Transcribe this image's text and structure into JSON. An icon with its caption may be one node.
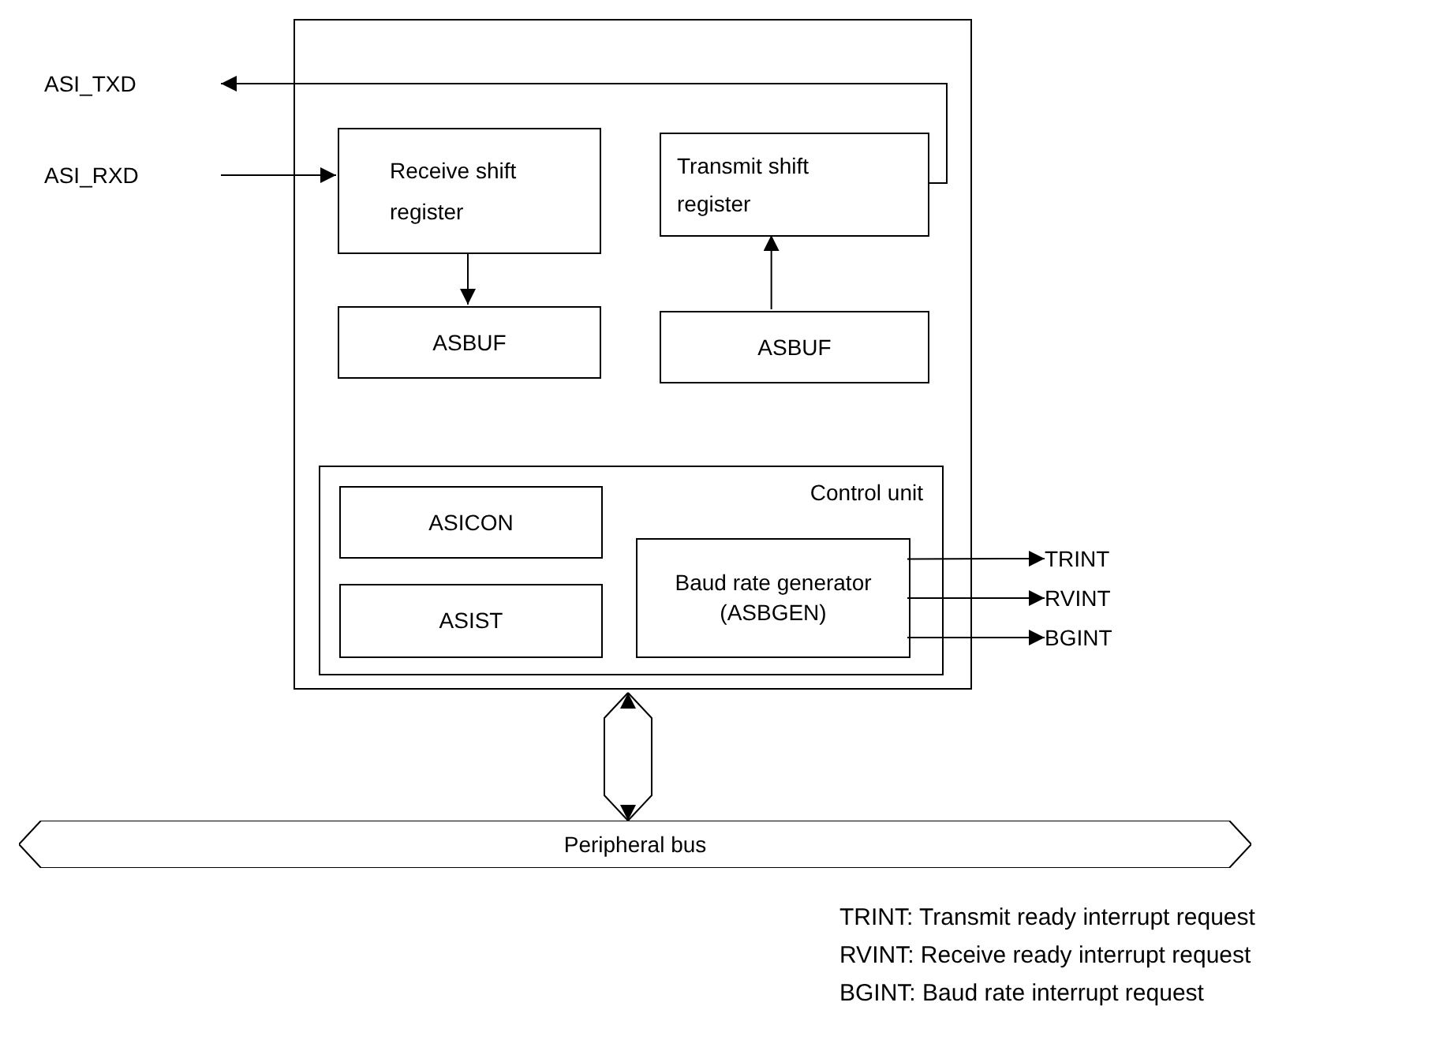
{
  "diagram": {
    "nodes": [
      {
        "text": [],
        "shape": "box"
      },
      {
        "text": [
          "ASI_TXD"
        ]
      },
      {
        "text": [
          "ASI_RXD"
        ]
      },
      {
        "text": [
          "Receive shift register"
        ],
        "in": 0
      },
      {
        "text": [
          "Transmit shift register"
        ],
        "in": 0
      },
      {
        "text": [
          "ASBUF"
        ],
        "in": 0
      },
      {
        "text": [
          "ASBUF"
        ],
        "in": 0
      },
      {
        "text": [
          "Control unit"
        ],
        "in": 0
      },
      {
        "text": [
          "ASICON"
        ],
        "in": 7
      },
      {
        "text": [
          "ASIST"
        ],
        "in": 7
      },
      {
        "text": [
          "Baud rate generator (ASBGEN)"
        ],
        "in": 7
      },
      {
        "text": [
          "TRINT"
        ]
      },
      {
        "text": [
          "RVINT"
        ]
      },
      {
        "text": [
          "BGINT"
        ]
      },
      {
        "text": [
          "Peripheral bus"
        ]
      }
    ],
    "edges": [
      {
        "from": 2,
        "to": 3,
        "arrow": "to"
      },
      {
        "from": 4,
        "to": 1,
        "arrow": "to"
      },
      {
        "from": 3,
        "to": 5,
        "arrow": "to"
      },
      {
        "from": 6,
        "to": 4,
        "arrow": "to"
      },
      {
        "from": 10,
        "to": 11,
        "arrow": "to"
      },
      {
        "from": 10,
        "to": 12,
        "arrow": "to"
      },
      {
        "from": 10,
        "to": 13,
        "arrow": "to"
      },
      {
        "from": 0,
        "to": 14,
        "arrow": "both"
      }
    ],
    "labels": [
      "TRINT: Transmit ready interrupt request",
      "RVINT: Receive ready interrupt request",
      "BGINT: Baud rate interrupt request"
    ]
  }
}
